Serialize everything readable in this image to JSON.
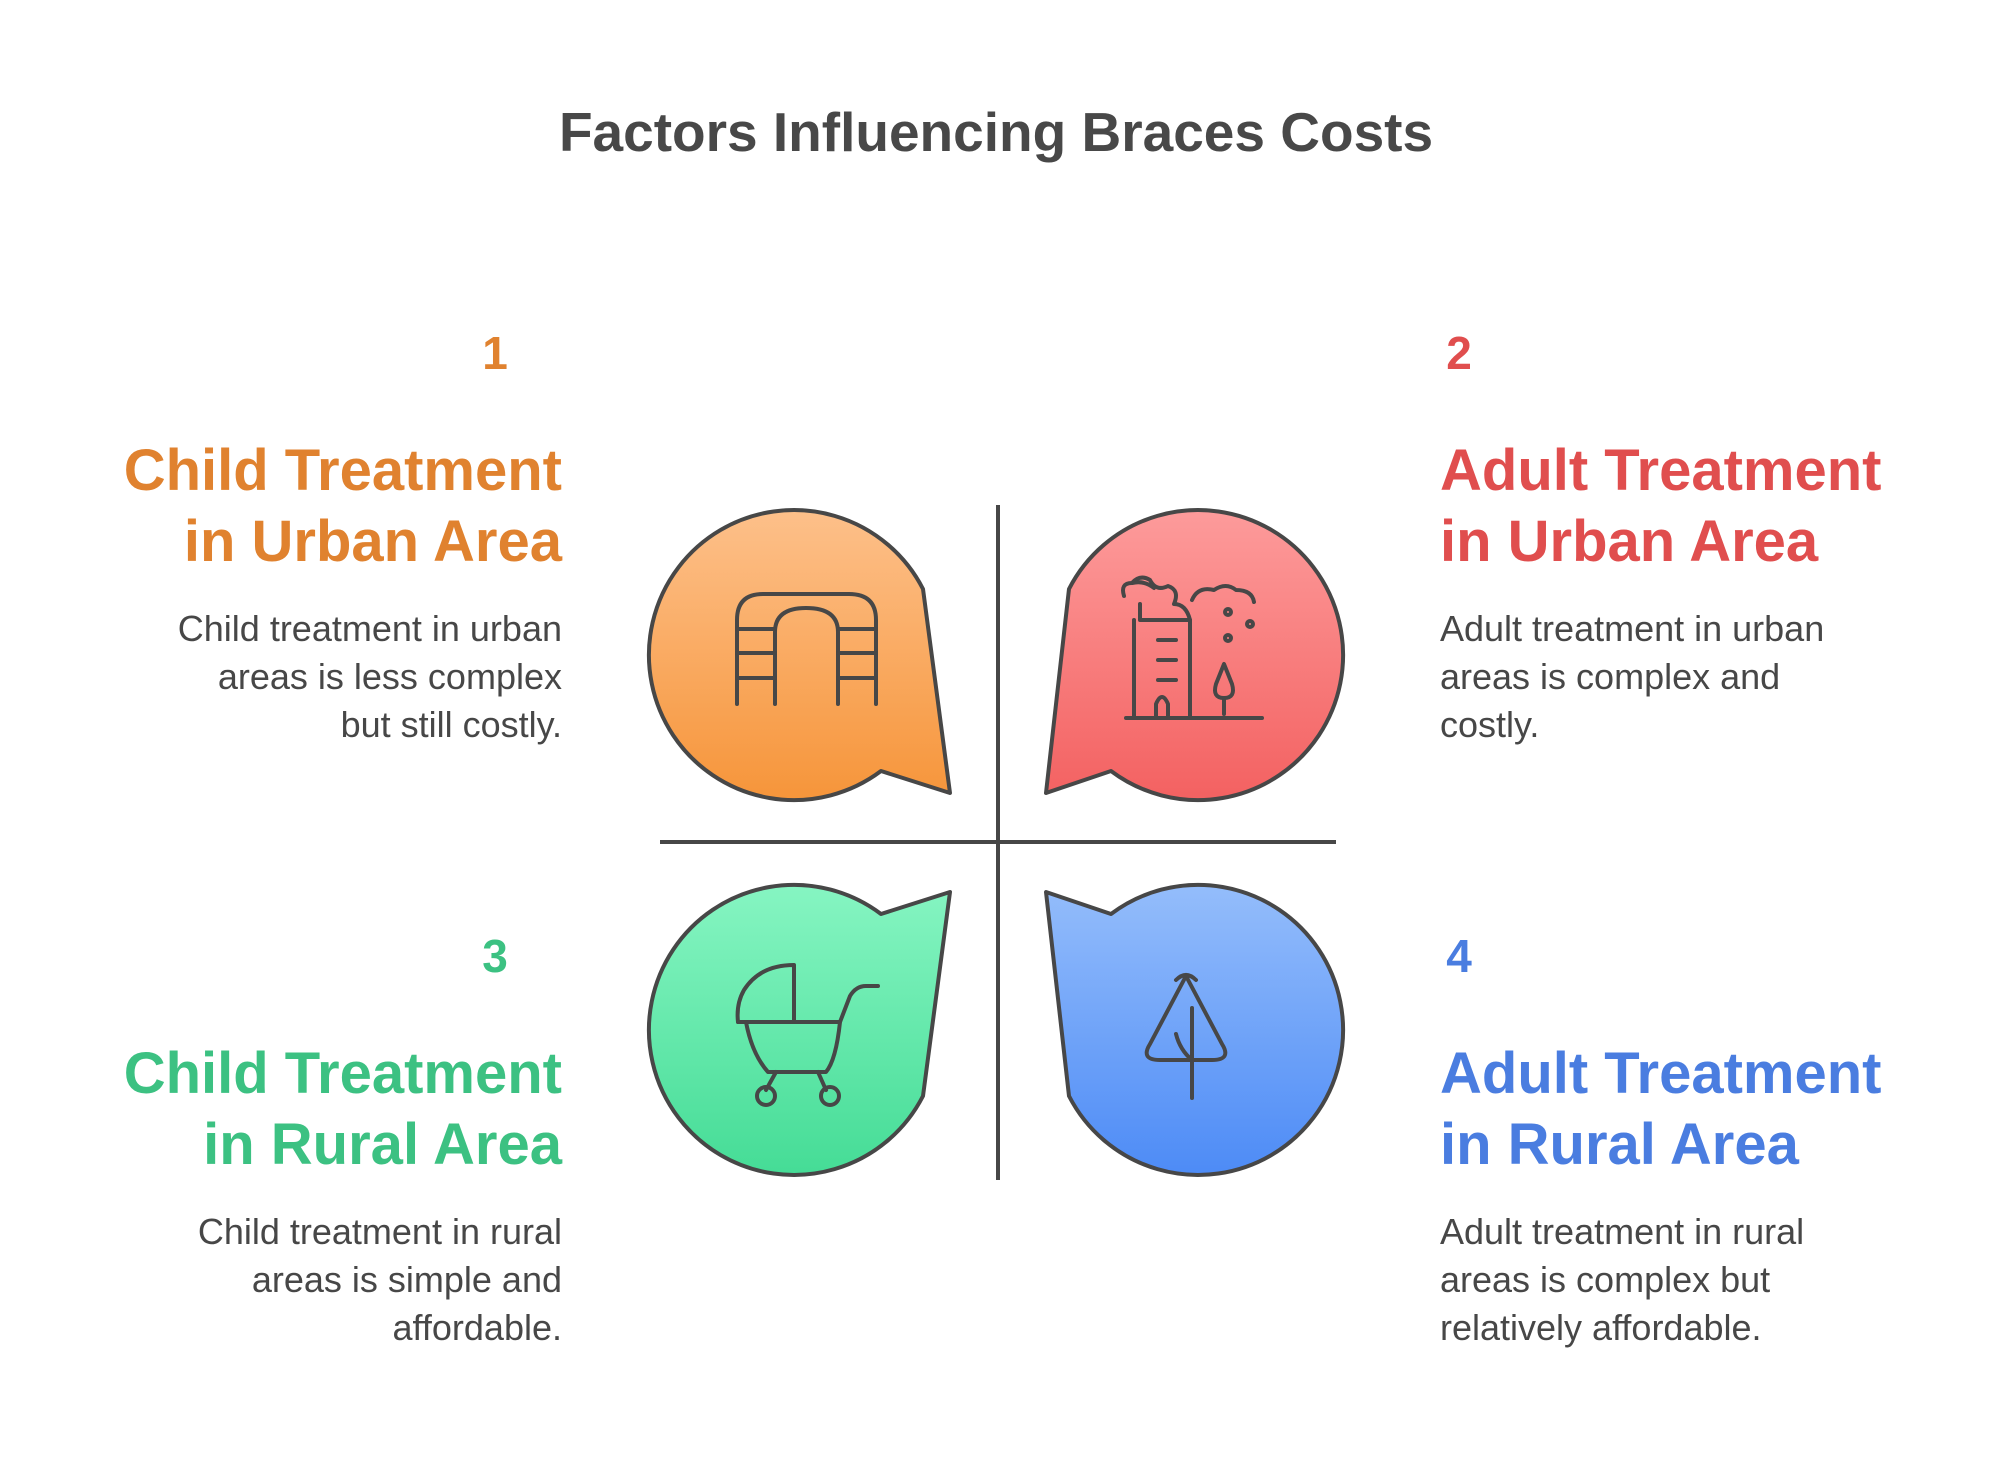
{
  "title": "Factors Influencing Braces Costs",
  "colors": {
    "orange": "#E0822F",
    "red": "#E04E4E",
    "green": "#3CC182",
    "blue": "#4A7DE0",
    "text": "#474747"
  },
  "quadrants": [
    {
      "number": "1",
      "heading_line1": "Child Treatment",
      "heading_line2": "in Urban Area",
      "description_line1": "Child treatment in urban",
      "description_line2": "areas is less complex",
      "description_line3": "but still costly.",
      "icon": "jungle-gym-icon"
    },
    {
      "number": "2",
      "heading_line1": "Adult Treatment",
      "heading_line2": "in Urban Area",
      "description_line1": "Adult treatment in urban",
      "description_line2": "areas is complex and",
      "description_line3": "costly.",
      "icon": "city-building-icon"
    },
    {
      "number": "3",
      "heading_line1": "Child Treatment",
      "heading_line2": "in Rural Area",
      "description_line1": "Child treatment in rural",
      "description_line2": "areas is simple and",
      "description_line3": "affordable.",
      "icon": "stroller-icon"
    },
    {
      "number": "4",
      "heading_line1": "Adult Treatment",
      "heading_line2": "in Rural Area",
      "description_line1": "Adult treatment in rural",
      "description_line2": "areas is complex but",
      "description_line3": "relatively affordable.",
      "icon": "tree-icon"
    }
  ]
}
